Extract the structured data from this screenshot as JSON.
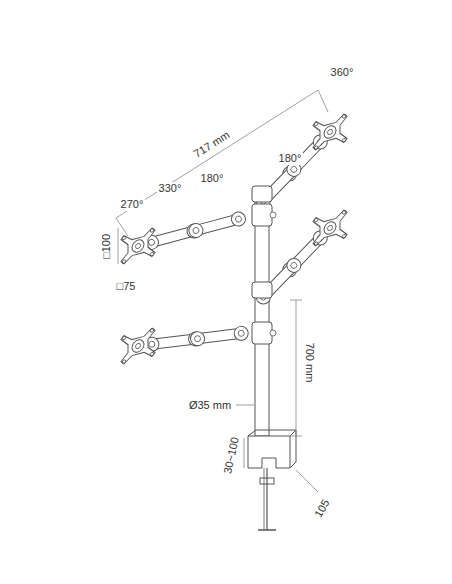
{
  "diagram": {
    "labels": [
      "360°",
      "717 mm",
      "180°",
      "180°",
      "330°",
      "270°",
      "□100",
      "□75",
      "700 mm",
      "Ø35 mm",
      "30~100",
      "105"
    ]
  }
}
